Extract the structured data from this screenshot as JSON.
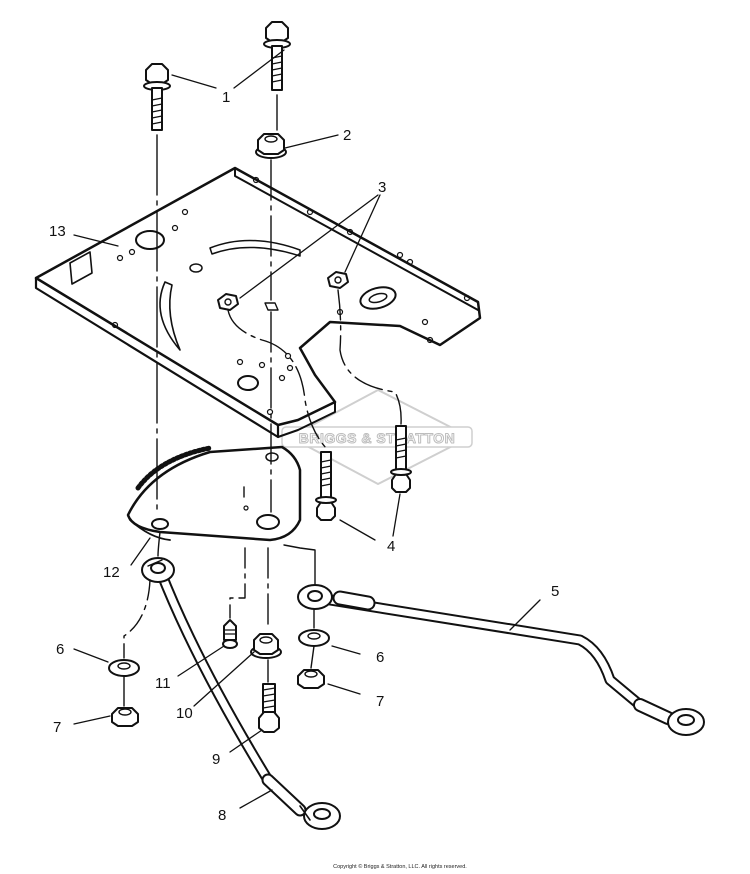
{
  "watermark": {
    "text": "BRIGGS & STRATTON",
    "color": "#c8c8c8"
  },
  "callouts": {
    "c1": "1",
    "c2": "2",
    "c3": "3",
    "c4": "4",
    "c5": "5",
    "c6a": "6",
    "c6b": "6",
    "c7a": "7",
    "c7b": "7",
    "c8": "8",
    "c9": "9",
    "c10": "10",
    "c11": "11",
    "c12": "12",
    "c13": "13"
  },
  "copyright": "Copyright © Briggs & Stratton, LLC. All rights reserved.",
  "colors": {
    "line": "#111111",
    "background": "#ffffff"
  }
}
